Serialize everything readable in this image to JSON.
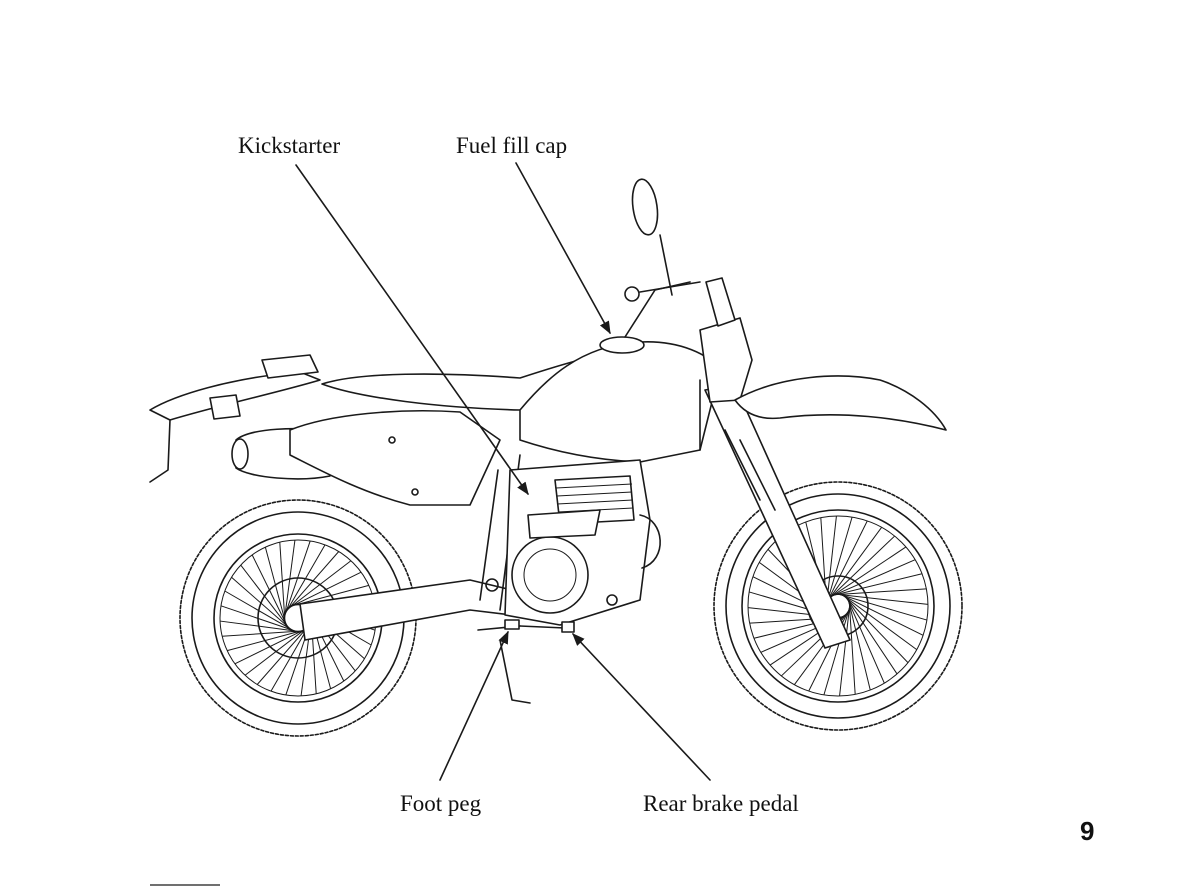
{
  "labels": {
    "kickstarter": "Kickstarter",
    "fuel_fill_cap": "Fuel fill cap",
    "foot_peg": "Foot peg",
    "rear_brake_pedal": "Rear brake pedal"
  },
  "page_number": "9"
}
